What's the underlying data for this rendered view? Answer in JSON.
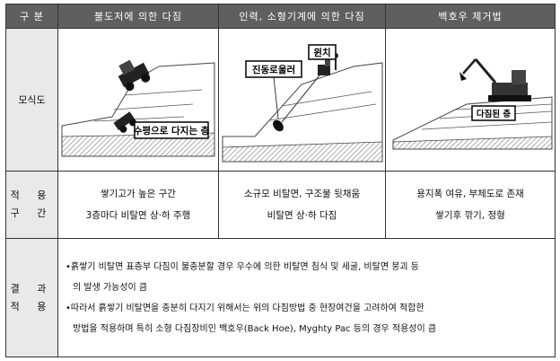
{
  "header": {
    "category": "구 분",
    "col1": "불도저에 의한 다짐",
    "col2": "인력, 소형기계에 의한 다짐",
    "col3": "백호우 제거법"
  },
  "diagram_row": {
    "label": "모식도",
    "col1_callout": "수평으로 다지는 층",
    "col2_callout_roller": "진동로울러",
    "col2_callout_winch": "윈치",
    "col3_callout": "다짐된 층"
  },
  "apply_row": {
    "label_line1": "적 용",
    "label_line2": "구 간",
    "col1_line1": "쌓기고가 높은 구간",
    "col1_line2": "3층마다 비탈면 상·하 주행",
    "col2_line1": "소규모 비탈면, 구조물 뒷채움",
    "col2_line2": "비탈면 상·하 다짐",
    "col3_line1": "용지폭 여유, 부체도로 존재",
    "col3_line2": "쌓기후 깎기, 정형"
  },
  "result_row": {
    "label_line1": "결 과",
    "label_line2": "적 용",
    "bullet1_line1": "•흙쌓기 비탈면 표층부 다짐이 불충분할 경우 우수에 의한 비탈면 침식 및 세굴, 비탈면 붕괴 등",
    "bullet1_line2": "의 발생 가능성이 큼",
    "bullet2_line1": "•따라서 흙쌓기 비탈면을 충분히 다지기 위해서는 위의 다짐방법 중 현장여건을 고려하여 적합한",
    "bullet2_line2": "방법을 적용하며 특히 소형 다짐장비인 백호우(Back Hoe), Myghty Pac 등의 경우 적용성이 큼"
  },
  "colors": {
    "header_bg": "#5f5f5f",
    "label_bg": "#e9e9e9",
    "hatch": "#8a8a8a"
  }
}
